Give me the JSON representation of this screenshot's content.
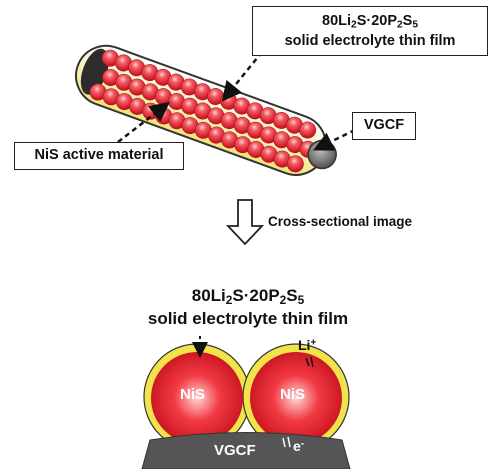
{
  "top_label": {
    "formula": {
      "a": "80Li",
      "a_sub": "2",
      "b": "S",
      "dot": "·",
      "c": "20P",
      "c_sub": "2",
      "d": "S",
      "d_sub": "5"
    },
    "line2": "solid electrolyte thin film"
  },
  "nis_label": "NiS active material",
  "vgcf_label": "VGCF",
  "arrow_label": "Cross-sectional image",
  "bottom_label": {
    "formula": {
      "a": "80Li",
      "a_sub": "2",
      "b": "S",
      "dot": "·",
      "c": "20P",
      "c_sub": "2",
      "d": "S",
      "d_sub": "5"
    },
    "line2": "solid electrolyte thin film"
  },
  "cross_section": {
    "left_particle": "NiS",
    "right_particle": "NiS",
    "substrate": "VGCF",
    "ion_base": "Li",
    "ion_charge": "+",
    "electron_base": "e",
    "electron_charge": "-"
  },
  "colors": {
    "particle_red": "#e8303a",
    "coating_yellow": "#f3e34a",
    "vgcf_gray": "#555555"
  }
}
